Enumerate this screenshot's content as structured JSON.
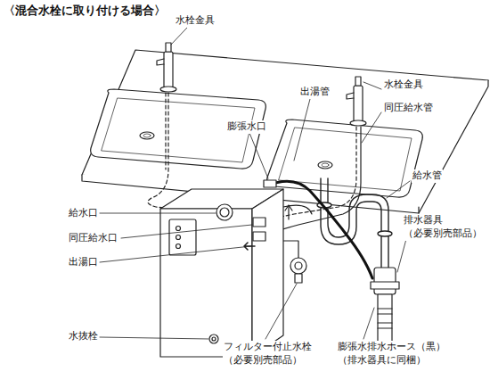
{
  "diagram": {
    "title": "〈混合水栓に取り付ける場合〉",
    "labels": [
      "水栓金具",
      "出湯管",
      "水栓金具",
      "同圧給水管",
      "膨張水口",
      "給水管",
      "給水口",
      "同圧給水口",
      "出湯口",
      "排水器具 （必要別売部品）",
      "水抜栓",
      "フィルター付止水栓 （必要別売部品）",
      "膨張水排水ホース（黒） （排水器具に同梱）"
    ]
  }
}
